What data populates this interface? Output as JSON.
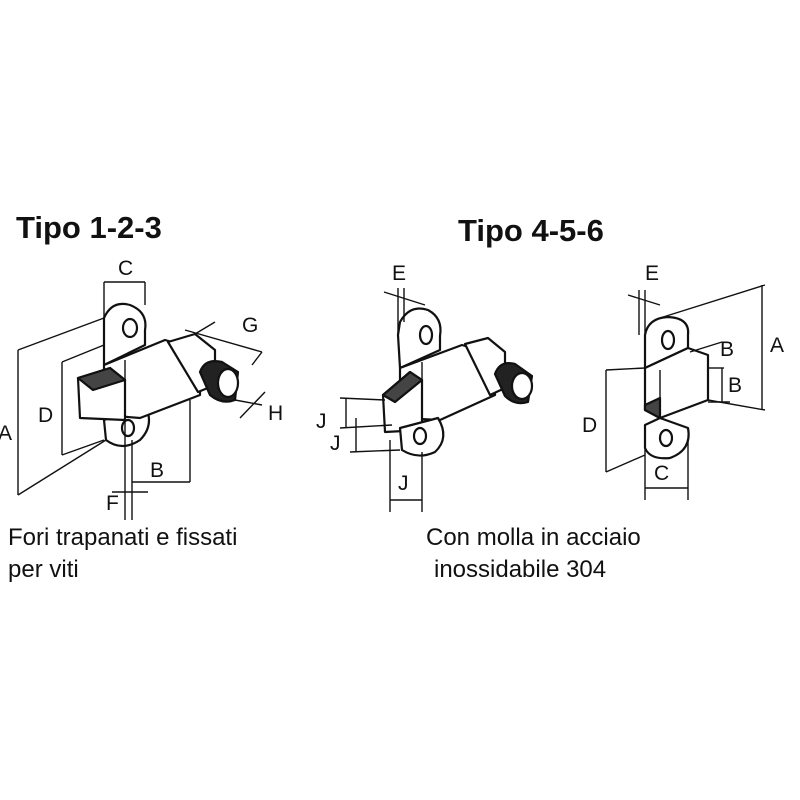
{
  "left": {
    "title": "Tipo 1-2-3",
    "caption_line1": "Fori trapanati e fissati",
    "caption_line2": "per viti",
    "dims": {
      "a": "A",
      "b": "B",
      "c": "C",
      "d": "D",
      "f": "F",
      "g": "G",
      "h": "H"
    }
  },
  "middle": {
    "title": "Tipo 4-5-6",
    "caption_line1": "Con molla in acciaio",
    "caption_line2": "inossidabile 304",
    "dims": {
      "e": "E",
      "j1": "J",
      "j2": "J",
      "j3": "J"
    }
  },
  "right": {
    "dims": {
      "a": "A",
      "b1": "B",
      "b2": "B",
      "c": "C",
      "d": "D",
      "e": "E"
    }
  }
}
